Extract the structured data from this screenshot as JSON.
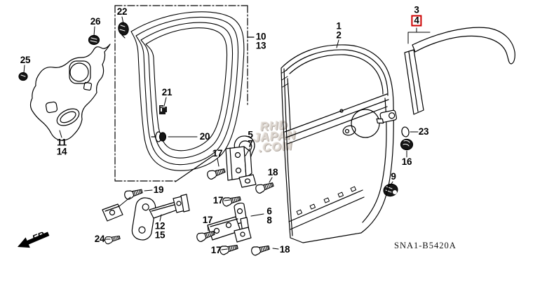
{
  "diagram": {
    "code": "SNA1-B5420A",
    "direction_label": "FR.",
    "watermark": {
      "line1": "RHD",
      "line2": "JAPAN",
      "line3": ".COM"
    },
    "highlight_color": "#cc0000",
    "highlighted_part": "4",
    "labels": {
      "1": "1",
      "2": "2",
      "3": "3",
      "4": "4",
      "5": "5",
      "6": "6",
      "7": "7",
      "8": "8",
      "9": "9",
      "10": "10",
      "11": "11",
      "12": "12",
      "13": "13",
      "14": "14",
      "15": "15",
      "16": "16",
      "17": "17",
      "18": "18",
      "19": "19",
      "20": "20",
      "21": "21",
      "22": "22",
      "23": "23",
      "24": "24",
      "25": "25",
      "26": "26"
    }
  }
}
